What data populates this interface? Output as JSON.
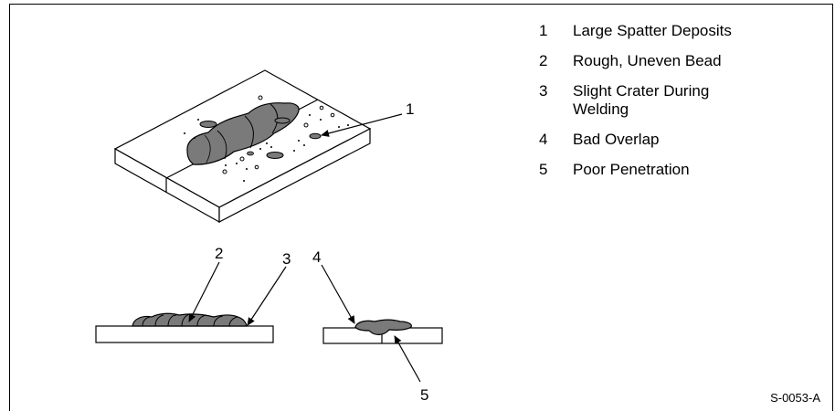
{
  "legend": {
    "items": [
      {
        "number": "1",
        "label": "Large Spatter Deposits"
      },
      {
        "number": "2",
        "label": "Rough, Uneven Bead"
      },
      {
        "number": "3",
        "label": "Slight Crater During Welding"
      },
      {
        "number": "4",
        "label": "Bad Overlap"
      },
      {
        "number": "5",
        "label": "Poor Penetration"
      }
    ]
  },
  "callouts": {
    "c1": "1",
    "c2": "2",
    "c3": "3",
    "c4": "4",
    "c5": "5"
  },
  "figure_id": "S-0053-A",
  "colors": {
    "weld": "#7a7a7a",
    "line": "#000000",
    "plate": "#ffffff"
  }
}
